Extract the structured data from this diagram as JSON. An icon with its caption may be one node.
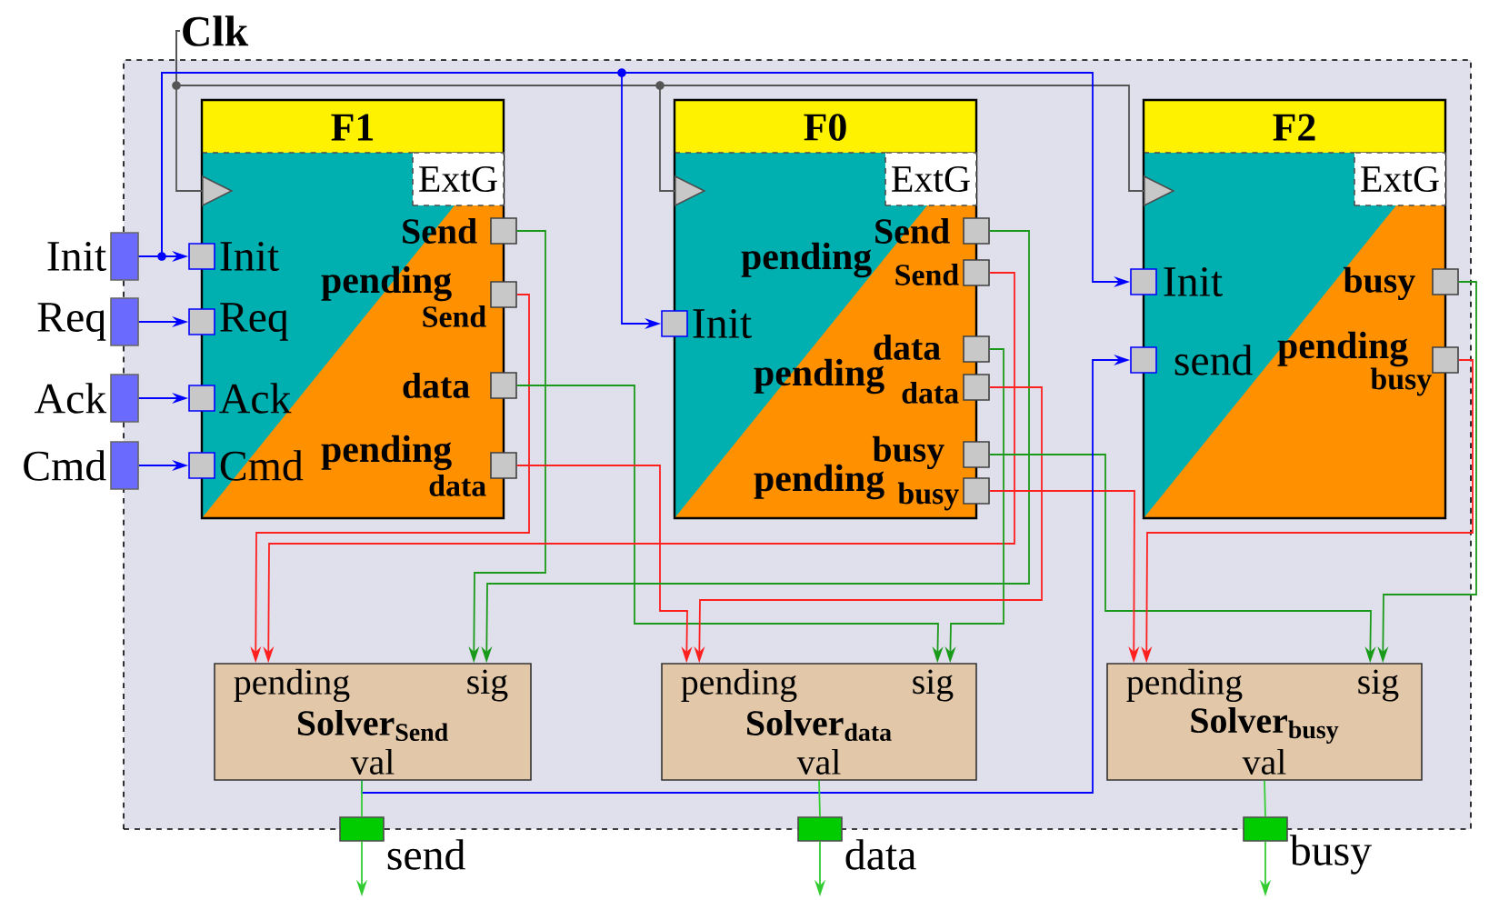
{
  "diagram": {
    "nodes": [
      {
        "text": [],
        "shape": "box"
      },
      {
        "text": [
          "Clk"
        ]
      },
      {
        "text": [],
        "shape": "bar",
        "beside": [
          "Init"
        ]
      },
      {
        "text": [],
        "shape": "bar",
        "beside": [
          "Req"
        ]
      },
      {
        "text": [],
        "shape": "bar",
        "beside": [
          "Ack"
        ]
      },
      {
        "text": [],
        "shape": "bar",
        "beside": [
          "Cmd"
        ]
      },
      {
        "text": [
          "F1",
          "ExtG"
        ],
        "in": 0
      },
      {
        "text": [],
        "shape": "triangle",
        "in": 6
      },
      {
        "text": [],
        "shape": "box",
        "beside": [
          "Init"
        ],
        "in": 6
      },
      {
        "text": [],
        "shape": "box",
        "beside": [
          "Req"
        ],
        "in": 6
      },
      {
        "text": [],
        "shape": "box",
        "beside": [
          "Ack"
        ],
        "in": 6
      },
      {
        "text": [],
        "shape": "box",
        "beside": [
          "Cmd"
        ],
        "in": 6
      },
      {
        "text": [],
        "shape": "box",
        "beside": [
          "Send"
        ],
        "in": 6
      },
      {
        "text": [],
        "shape": "box",
        "beside": [
          "pending",
          "Send"
        ],
        "in": 6
      },
      {
        "text": [],
        "shape": "box",
        "beside": [
          "data"
        ],
        "in": 6
      },
      {
        "text": [],
        "shape": "box",
        "beside": [
          "pending",
          "data"
        ],
        "in": 6
      },
      {
        "text": [
          "F0",
          "ExtG"
        ],
        "in": 0
      },
      {
        "text": [],
        "shape": "triangle",
        "in": 16
      },
      {
        "text": [],
        "shape": "box",
        "beside": [
          "Init"
        ],
        "in": 16
      },
      {
        "text": [],
        "shape": "box",
        "beside": [
          "Send"
        ],
        "in": 16
      },
      {
        "text": [],
        "shape": "box",
        "beside": [
          "pending",
          "Send"
        ],
        "in": 16
      },
      {
        "text": [],
        "shape": "box",
        "beside": [
          "data"
        ],
        "in": 16
      },
      {
        "text": [],
        "shape": "box",
        "beside": [
          "pending",
          "data"
        ],
        "in": 16
      },
      {
        "text": [],
        "shape": "box",
        "beside": [
          "busy"
        ],
        "in": 16
      },
      {
        "text": [],
        "shape": "box",
        "beside": [
          "pending",
          "busy"
        ],
        "in": 16
      },
      {
        "text": [
          "F2",
          "ExtG"
        ],
        "in": 0
      },
      {
        "text": [],
        "shape": "triangle",
        "in": 25
      },
      {
        "text": [],
        "shape": "box",
        "beside": [
          "Init"
        ],
        "in": 25
      },
      {
        "text": [],
        "shape": "box",
        "beside": [
          "send"
        ],
        "in": 25
      },
      {
        "text": [],
        "shape": "box",
        "beside": [
          "busy"
        ],
        "in": 25
      },
      {
        "text": [],
        "shape": "box",
        "beside": [
          "pending",
          "busy"
        ],
        "in": 25
      },
      {
        "text": [
          "pending",
          "sig",
          "Solver$_{Send}$",
          "val"
        ],
        "in": 0
      },
      {
        "text": [
          "pending",
          "sig",
          "Solver$_{data}$",
          "val"
        ],
        "in": 0
      },
      {
        "text": [
          "pending",
          "sig",
          "Solver$_{busy}$",
          "val"
        ],
        "in": 0
      },
      {
        "text": [],
        "shape": "bar",
        "beside": [
          "send"
        ]
      },
      {
        "text": [],
        "shape": "bar",
        "beside": [
          "data"
        ]
      },
      {
        "text": [],
        "shape": "bar",
        "beside": [
          "busy"
        ]
      }
    ],
    "edges": [
      {
        "from": 1,
        "to": 7,
        "arrow": "none",
        "color": "#555555"
      },
      {
        "from": 1,
        "to": 17,
        "arrow": "none",
        "color": "#555555"
      },
      {
        "from": 1,
        "to": 26,
        "arrow": "none",
        "color": "#555555"
      },
      {
        "from": 2,
        "to": 8,
        "arrow": "to",
        "color": "#0000ff"
      },
      {
        "from": 2,
        "to": 18,
        "arrow": "to",
        "color": "#0000ff"
      },
      {
        "from": 2,
        "to": 27,
        "arrow": "to",
        "color": "#0000ff"
      },
      {
        "from": 3,
        "to": 9,
        "arrow": "to",
        "color": "#0000ff"
      },
      {
        "from": 4,
        "to": 10,
        "arrow": "to",
        "color": "#0000ff"
      },
      {
        "from": 5,
        "to": 11,
        "arrow": "to",
        "color": "#0000ff"
      },
      {
        "from": 12,
        "to": 31,
        "arrow": "to",
        "color": "#1a9a1a"
      },
      {
        "from": 13,
        "to": 31,
        "arrow": "to",
        "color": "#ff2020"
      },
      {
        "from": 14,
        "to": 32,
        "arrow": "to",
        "color": "#1a9a1a"
      },
      {
        "from": 15,
        "to": 32,
        "arrow": "to",
        "color": "#ff2020"
      },
      {
        "from": 19,
        "to": 31,
        "arrow": "to",
        "color": "#1a9a1a"
      },
      {
        "from": 20,
        "to": 31,
        "arrow": "to",
        "color": "#ff2020"
      },
      {
        "from": 21,
        "to": 32,
        "arrow": "to",
        "color": "#1a9a1a"
      },
      {
        "from": 22,
        "to": 32,
        "arrow": "to",
        "color": "#ff2020"
      },
      {
        "from": 23,
        "to": 33,
        "arrow": "to",
        "color": "#1a9a1a"
      },
      {
        "from": 24,
        "to": 33,
        "arrow": "to",
        "color": "#ff2020"
      },
      {
        "from": 29,
        "to": 33,
        "arrow": "to",
        "color": "#1a9a1a"
      },
      {
        "from": 30,
        "to": 33,
        "arrow": "to",
        "color": "#ff2020"
      },
      {
        "from": 31,
        "to": 28,
        "arrow": "to",
        "color": "#0000ff"
      },
      {
        "from": 31,
        "to": 34,
        "arrow": "none",
        "color": "#33cc33"
      },
      {
        "from": 32,
        "to": 35,
        "arrow": "none",
        "color": "#33cc33"
      },
      {
        "from": 33,
        "to": 36,
        "arrow": "none",
        "color": "#33cc33"
      },
      {
        "from": 34,
        "to": null,
        "arrow": "to",
        "color": "#33cc33"
      },
      {
        "from": 35,
        "to": null,
        "arrow": "to",
        "color": "#33cc33"
      },
      {
        "from": 36,
        "to": null,
        "arrow": "to",
        "color": "#33cc33"
      }
    ]
  }
}
